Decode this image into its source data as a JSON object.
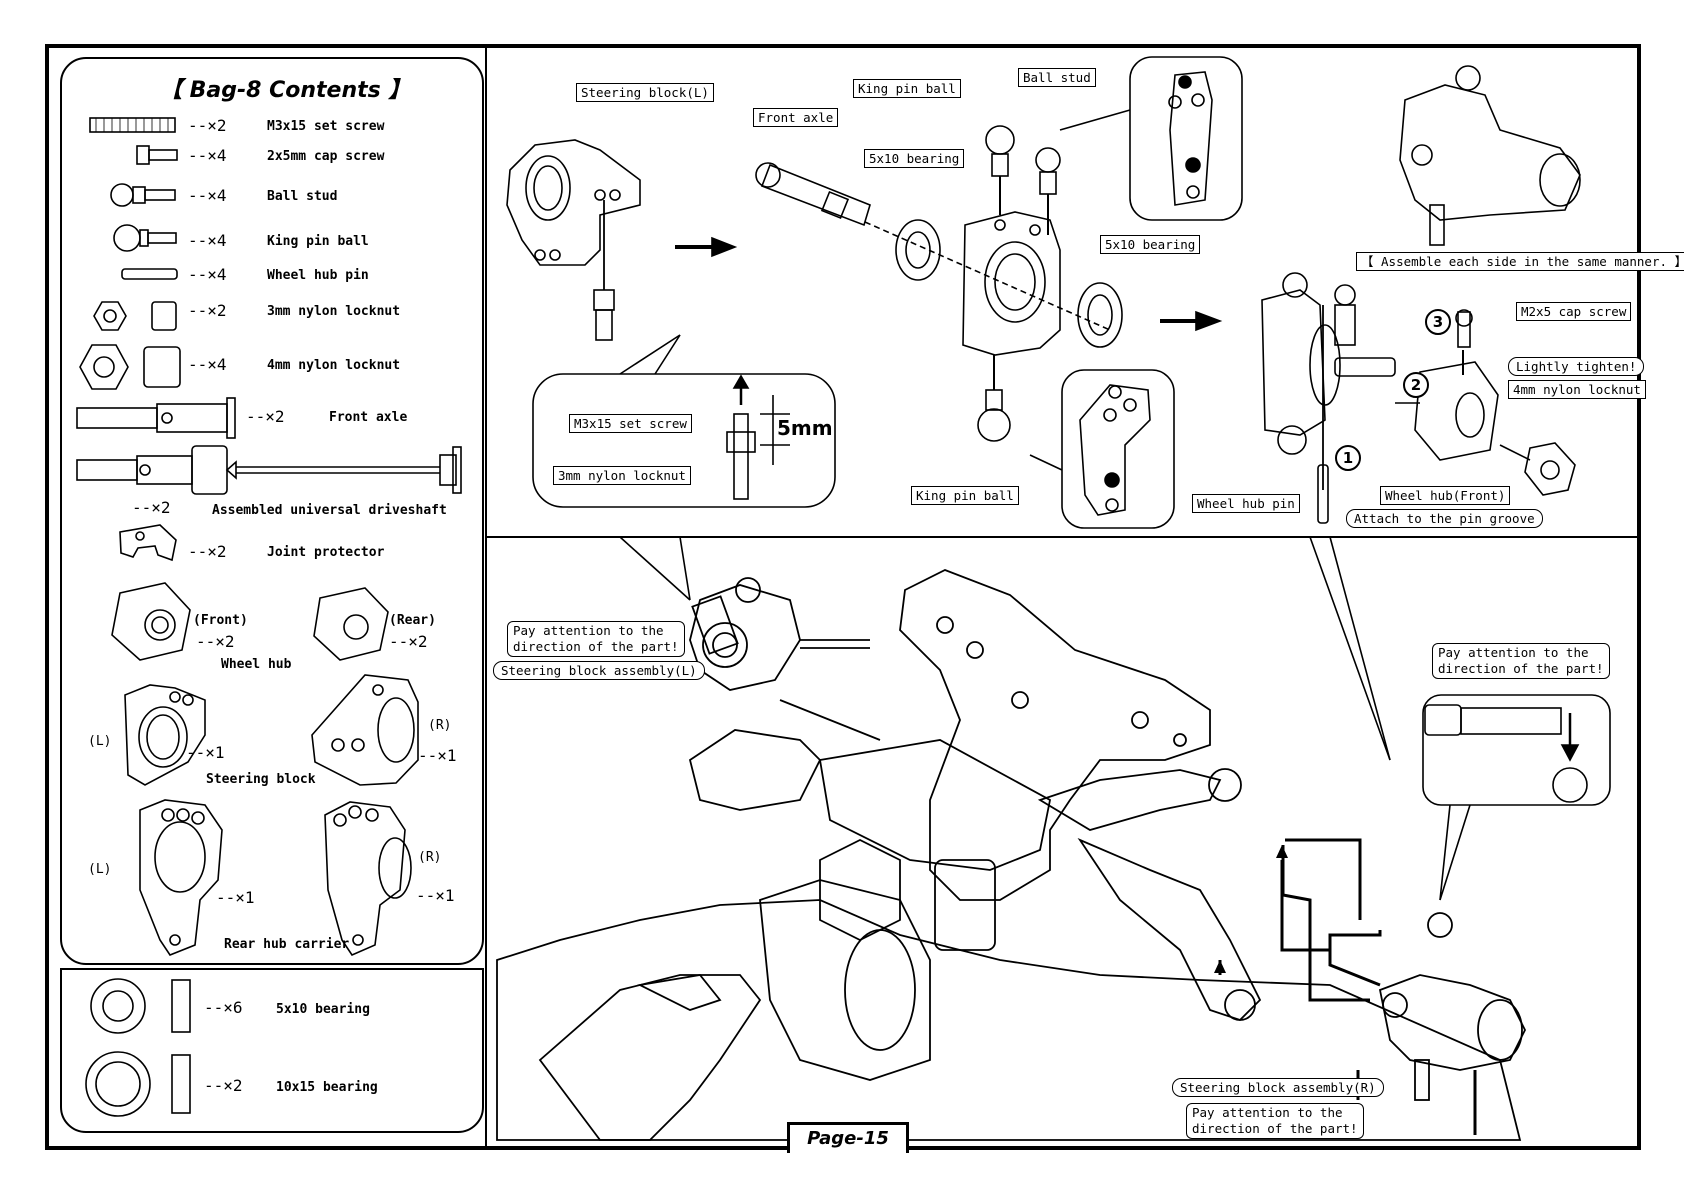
{
  "bag": {
    "title": "【 Bag-8 Contents 】",
    "items": [
      {
        "qty": "--×2",
        "name": "M3x15 set screw"
      },
      {
        "qty": "--×4",
        "name": "2x5mm cap screw"
      },
      {
        "qty": "--×4",
        "name": "Ball stud"
      },
      {
        "qty": "--×4",
        "name": "King pin ball"
      },
      {
        "qty": "--×4",
        "name": "Wheel hub pin"
      },
      {
        "qty": "--×2",
        "name": "3mm nylon locknut"
      },
      {
        "qty": "--×4",
        "name": "4mm nylon locknut"
      },
      {
        "qty": "--×2",
        "name": "Front axle"
      },
      {
        "qty": "--×2",
        "name": "Assembled universal driveshaft"
      },
      {
        "qty": "--×2",
        "name": "Joint protector"
      }
    ],
    "wheel_hub": {
      "front_label": "(Front)",
      "front_qty": "--×2",
      "rear_label": "(Rear)",
      "rear_qty": "--×2",
      "name": "Wheel hub"
    },
    "steering_block": {
      "left": "(L)",
      "left_qty": "--×1",
      "right": "(R)",
      "right_qty": "--×1",
      "name": "Steering block"
    },
    "rear_hub": {
      "left": "(L)",
      "left_qty": "--×1",
      "right": "(R)",
      "right_qty": "--×1",
      "name": "Rear hub carrier"
    },
    "bearings": [
      {
        "qty": "--×6",
        "name": "5x10 bearing"
      },
      {
        "qty": "--×2",
        "name": "10x15 bearing"
      }
    ]
  },
  "callouts": {
    "steering_block_l": "Steering block(L)",
    "front_axle": "Front axle",
    "king_pin_ball_top": "King pin ball",
    "ball_stud": "Ball stud",
    "bearing_a": "5x10 bearing",
    "bearing_b": "5x10 bearing",
    "king_pin_ball_bottom": "King pin ball",
    "set_screw": "M3x15 set screw",
    "locknut_3mm": "3mm nylon locknut",
    "dimension": "5mm",
    "assemble_note": "【 Assemble each side in the same manner. 】",
    "cap_screw": "M2x5 cap screw",
    "lightly_tighten": "Lightly tighten!",
    "locknut_4mm": "4mm nylon locknut",
    "wheel_hub_pin": "Wheel hub pin",
    "wheel_hub_front": "Wheel hub(Front)",
    "pin_groove": "Attach to the pin groove",
    "step1": "1",
    "step2": "2",
    "step3": "3",
    "attention_1": "Pay attention to the\ndirection of the part!",
    "steering_assembly_l": "Steering block assembly(L)",
    "attention_2": "Pay attention to the\ndirection of the part!",
    "steering_assembly_r": "Steering block assembly(R)",
    "attention_3": "Pay attention to the\ndirection of the part!"
  },
  "page": "Page-15"
}
